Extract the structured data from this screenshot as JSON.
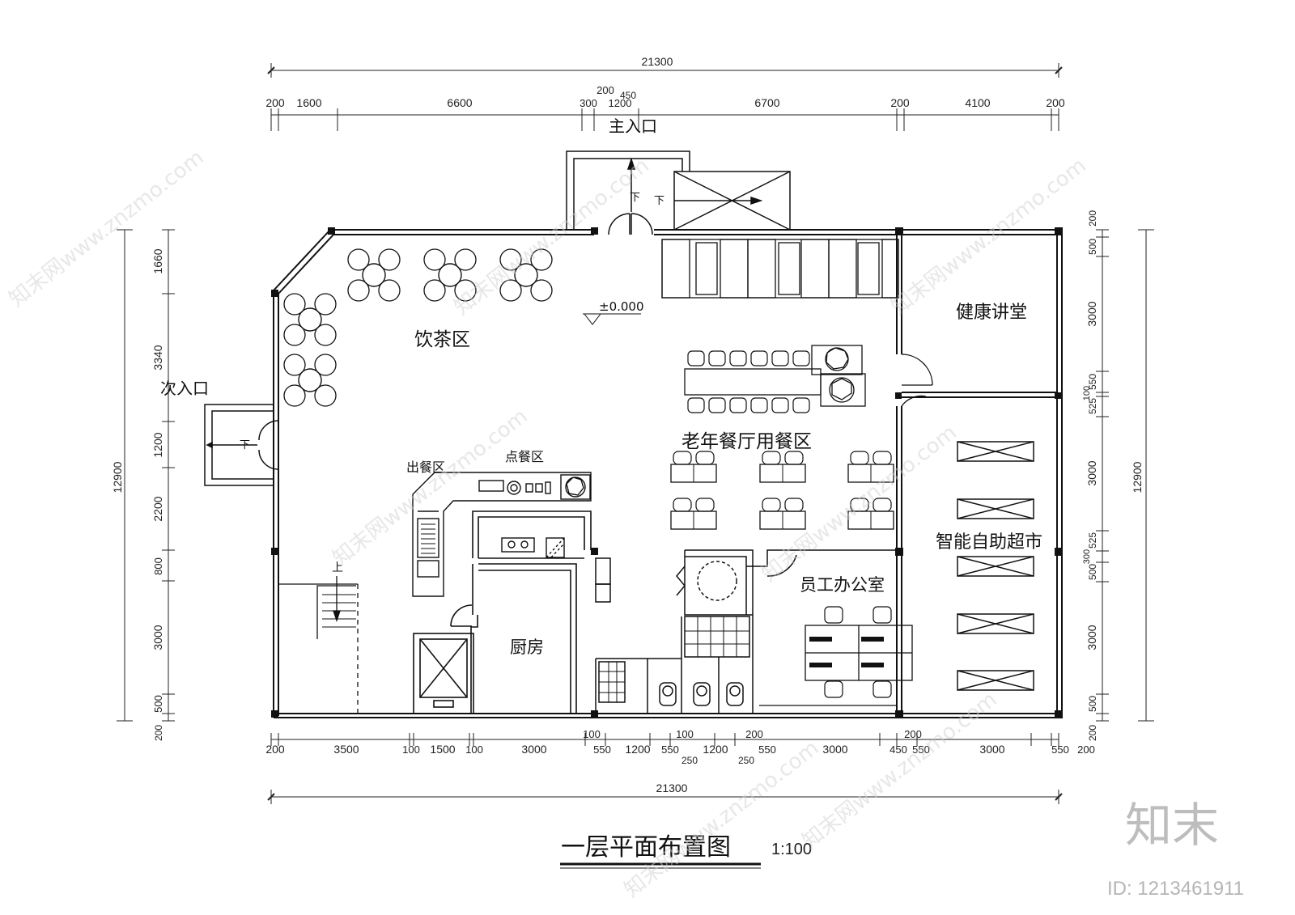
{
  "rooms": {
    "tea": "饮茶区",
    "dining": "老年餐厅用餐区",
    "lecture": "健康讲堂",
    "market": "智能自助超市",
    "office": "员工办公室",
    "kitchen": "厨房",
    "serve": "出餐区",
    "order": "点餐区"
  },
  "entries": {
    "main": "主入口",
    "side": "次入口",
    "down": "下",
    "up": "上",
    "level": "±0.000"
  },
  "dims": {
    "total": "21300",
    "top": [
      "200",
      "1600",
      "6600",
      "300",
      "1200",
      "6700",
      "200",
      "4100",
      "200"
    ],
    "top_small_a": "200",
    "top_small_b": "450",
    "bottom": [
      "200",
      "3500",
      "100",
      "1500",
      "100",
      "3000",
      "550",
      "1200",
      "550",
      "1200",
      "550",
      "3000",
      "450",
      "550",
      "3000",
      "550",
      "200"
    ],
    "bottom_upper": [
      "100",
      "100",
      "200",
      "200"
    ],
    "bottom_small": [
      "250",
      "250"
    ],
    "left_total": "12900",
    "left": [
      "1660",
      "3340",
      "1200",
      "2200",
      "800",
      "3000",
      "500",
      "200"
    ],
    "right_total": "12900",
    "right": [
      "200",
      "500",
      "3000",
      "550",
      "100",
      "525",
      "3000",
      "525",
      "300",
      "500",
      "3000",
      "500",
      "200"
    ]
  },
  "title": {
    "main": "一层平面布置图",
    "scale": "1:100"
  },
  "watermark": {
    "logo": "知末",
    "id": "ID: 1213461911",
    "url": "znzmo.com",
    "wm_text": "知末网www.znzmo.com"
  }
}
